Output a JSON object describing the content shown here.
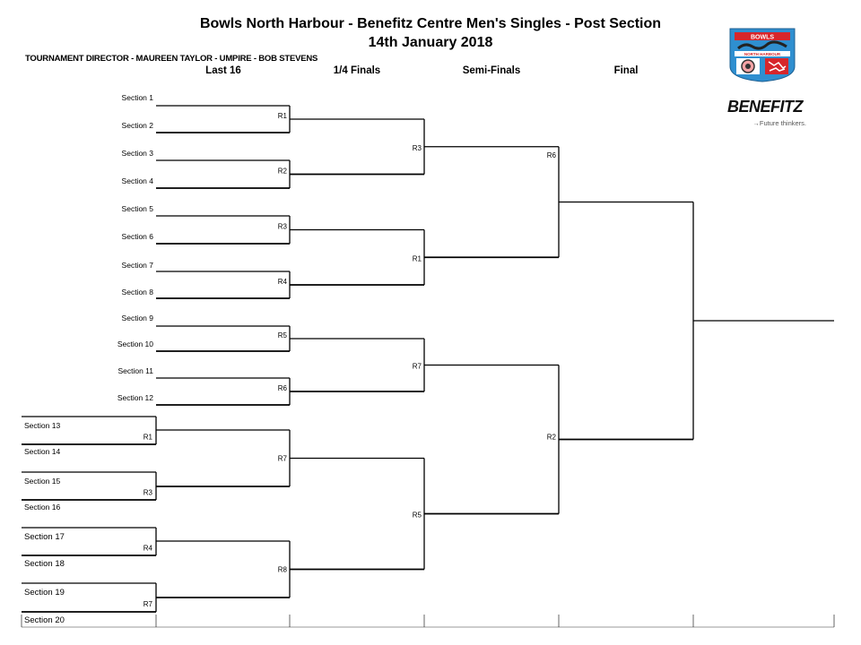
{
  "header": {
    "title": "Bowls North Harbour - Benefitz Centre Men's Singles - Post Section",
    "date": "14th January 2018",
    "officials": "TOURNAMENT DIRECTOR - MAUREEN TAYLOR - UMPIRE - BOB STEVENS"
  },
  "rounds": [
    "Last 16",
    "1/4 Finals",
    "Semi-Finals",
    "Final"
  ],
  "sections": [
    "Section 1",
    "Section 2",
    "Section 3",
    "Section 4",
    "Section 5",
    "Section 6",
    "Section 7",
    "Section 8",
    "Section 9",
    "Section 10",
    "Section 11",
    "Section 12",
    "Section 13",
    "Section 14",
    "Section 15",
    "Section 16",
    "Section 17",
    "Section 18",
    "Section 19",
    "Section 20"
  ],
  "prelim_rinks": [
    "R1",
    "R3",
    "R4",
    "R7"
  ],
  "last16_rinks": [
    "R1",
    "R2",
    "R3",
    "R4",
    "R5",
    "R6",
    "R7",
    "R8"
  ],
  "quarter_rinks": [
    "R3",
    "R1",
    "R7",
    "R5"
  ],
  "semi_rinks": [
    "R6",
    "R2"
  ],
  "logo": {
    "text": "BOWLS",
    "subtext": "NORTH HARBOUR"
  },
  "sponsor": {
    "name": "BENEFITZ",
    "tagline": "Future thinkers."
  },
  "colors": {
    "line": "#000000",
    "logo_red": "#d7262b",
    "logo_blue": "#2f8fd0"
  }
}
